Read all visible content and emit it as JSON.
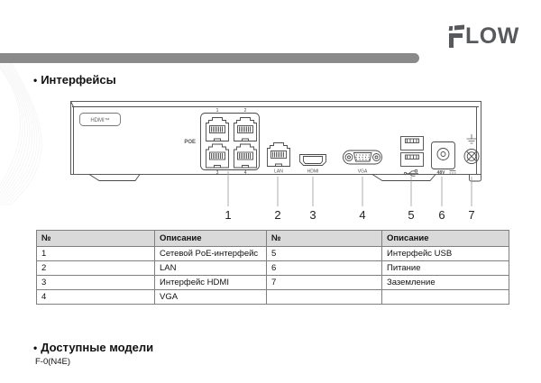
{
  "logo": {
    "text": "FLOW",
    "letters": "LOW"
  },
  "page": {
    "bullet": "•",
    "interfaces_title": "Интерфейсы",
    "models_title": "Доступные модели",
    "model_name": "F-0(N4E)"
  },
  "diagram": {
    "hdmi_badge": "HDMI™",
    "poe_label": "POE",
    "poe_port_numbers": [
      "1",
      "2",
      "3",
      "4"
    ],
    "lan_label": "LAN",
    "hdmi_label": "HDMI",
    "vga_label": "VGA",
    "power_label": "48V",
    "callouts": [
      "1",
      "2",
      "3",
      "4",
      "5",
      "6",
      "7"
    ]
  },
  "table": {
    "headers": [
      "№",
      "Описание",
      "№",
      "Описание"
    ],
    "rows": [
      [
        "1",
        "Сетевой PoE-интерфейс",
        "5",
        "Интерфейс USB"
      ],
      [
        "2",
        "LAN",
        "6",
        "Питание"
      ],
      [
        "3",
        "Интерфейс HDMI",
        "7",
        "Заземление"
      ],
      [
        "4",
        "VGA",
        "",
        ""
      ]
    ]
  },
  "colors": {
    "divider_bar": "#8a8a8a",
    "logo": "#58595c",
    "table_header_bg": "#d9d9d9",
    "table_border": "#7f7f7f"
  }
}
